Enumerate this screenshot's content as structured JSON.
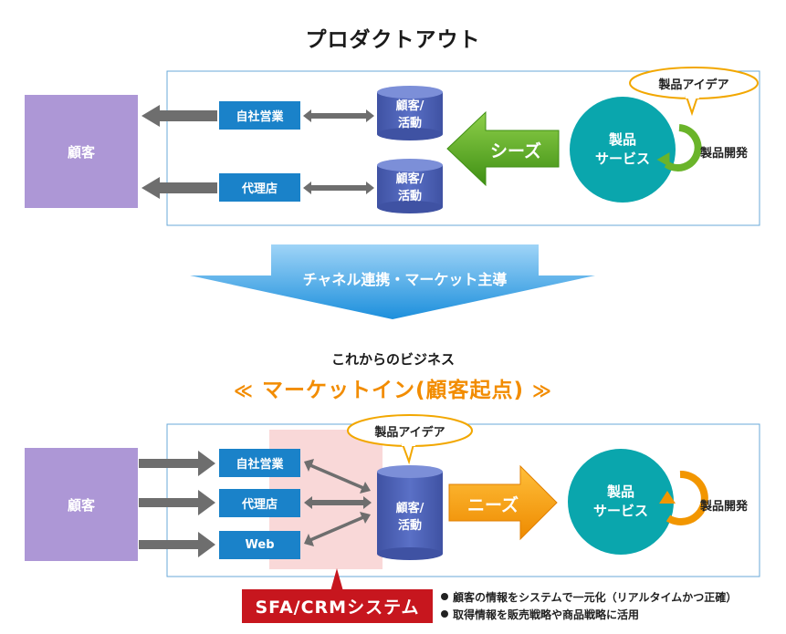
{
  "title_top": "プロダクトアウト",
  "top": {
    "customer": "顧客",
    "direct_sales": "自社営業",
    "agency": "代理店",
    "db_label_1": "顧客/",
    "db_label_2": "活動",
    "seeds": "シーズ",
    "product_line1": "製品",
    "product_line2": "サービス",
    "product_idea": "製品アイデア",
    "product_dev": "製品開発"
  },
  "transition": "チャネル連携・マーケット主導",
  "bottom": {
    "subtitle": "これからのビジネス",
    "title": "マーケットイン(顧客起点)",
    "customer": "顧客",
    "direct_sales": "自社営業",
    "agency": "代理店",
    "web": "Web",
    "db_label_1": "顧客/",
    "db_label_2": "活動",
    "needs": "ニーズ",
    "product_line1": "製品",
    "product_line2": "サービス",
    "product_idea": "製品アイデア",
    "product_dev": "製品開発",
    "sfa_label": "SFA/CRMシステム",
    "bullets": [
      "顧客の情報をシステムで一元化（リアルタイムかつ正確）",
      "取得情報を販売戦略や商品戦略に活用"
    ]
  },
  "colors": {
    "customer": "#ad97d6",
    "channel": "#1a82c9",
    "database": "#4a5fb0",
    "seeds_arrow": "#5aa51e",
    "needs_arrow": "#f29600",
    "circle": "#0aa6ad",
    "cycle_top": "#6ab42a",
    "cycle_bottom": "#f29600",
    "transition_arrow": "#2f9be3",
    "sfa": "#c7161e",
    "title_accent": "#f28c00"
  }
}
